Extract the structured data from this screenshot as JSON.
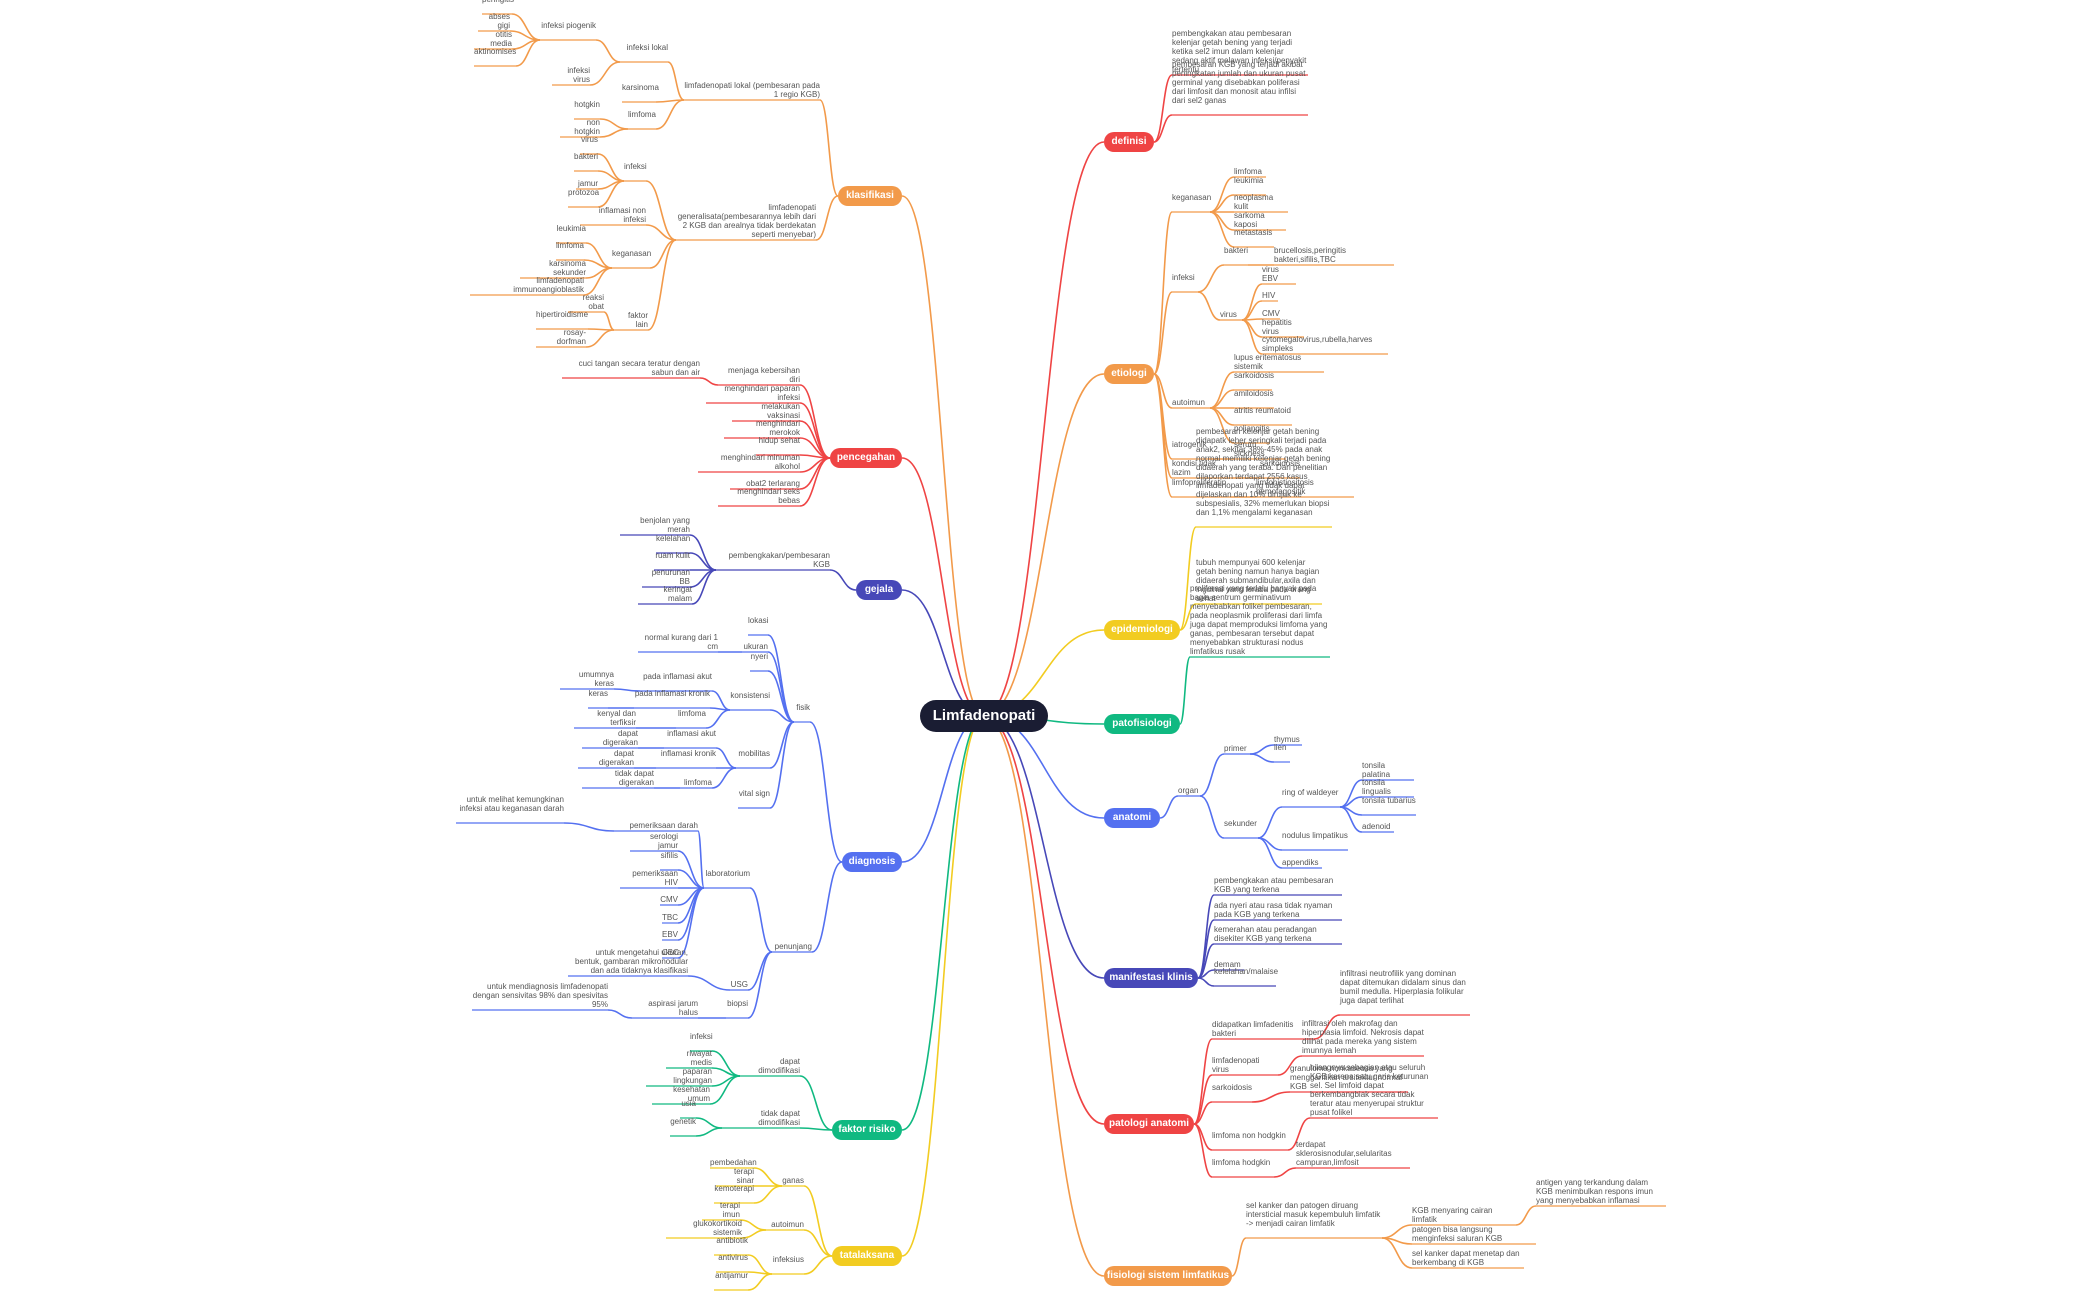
{
  "root": "Limfadenopati",
  "colors": {
    "orange": "#f29a4a",
    "red": "#ef4444",
    "navy": "#4748b8",
    "blue": "#5470f0",
    "green": "#10b981",
    "yellow": "#f2cc21",
    "root": "#1a1d33"
  },
  "branches": [
    {
      "id": "klasifikasi",
      "label": "klasifikasi",
      "color": "orange",
      "nodes": [
        {
          "text": "limfadenopati lokal (pembesaran pada 1 regio KGB)",
          "children": [
            {
              "text": "infeksi lokal",
              "children": [
                {
                  "text": "infeksi piogenik",
                  "children": [
                    {
                      "text": "peringitis"
                    },
                    {
                      "text": "abses gigi"
                    },
                    {
                      "text": "otitis media"
                    },
                    {
                      "text": "aktinomises"
                    }
                  ]
                },
                {
                  "text": "infeksi virus"
                }
              ]
            },
            {
              "text": "karsinoma"
            },
            {
              "text": "limfoma",
              "children": [
                {
                  "text": "hotgkin"
                },
                {
                  "text": "non hotgkin"
                }
              ]
            }
          ]
        },
        {
          "text": "limfadenopati generalisata(pembesarannya lebih dari 2 KGB dan arealnya tidak berdekatan seperti menyebar)",
          "children": [
            {
              "text": "infeksi",
              "children": [
                {
                  "text": "virus"
                },
                {
                  "text": "bakteri"
                },
                {
                  "text": "jamur"
                },
                {
                  "text": "protozoa"
                }
              ]
            },
            {
              "text": "inflamasi non infeksi"
            },
            {
              "text": "keganasan",
              "children": [
                {
                  "text": "leukimia"
                },
                {
                  "text": "limfoma"
                },
                {
                  "text": "karsinoma sekunder"
                },
                {
                  "text": "limfadenopati immunoangioblastik"
                }
              ]
            },
            {
              "text": "faktor lain",
              "children": [
                {
                  "text": "reaksi obat"
                },
                {
                  "text": "hipertiroidisme"
                },
                {
                  "text": "rosay-dorfman"
                }
              ]
            }
          ]
        }
      ]
    },
    {
      "id": "pencegahan",
      "label": "pencegahan",
      "color": "red",
      "nodes": [
        {
          "text": "menjaga kebersihan diri",
          "children": [
            {
              "text": "cuci tangan secara teratur dengan sabun dan air"
            }
          ]
        },
        {
          "text": "menghindari paparan infeksi"
        },
        {
          "text": "melakukan vaksinasi"
        },
        {
          "text": "menghindari merokok"
        },
        {
          "text": "hidup sehat"
        },
        {
          "text": "menghindari minuman alkohol"
        },
        {
          "text": "obat2 terlarang"
        },
        {
          "text": "menghindari seks bebas"
        }
      ]
    },
    {
      "id": "gejala",
      "label": "gejala",
      "color": "navy",
      "nodes": [
        {
          "text": "pembengkakan/pembesaran KGB",
          "children": [
            {
              "text": "benjolan yang merah"
            },
            {
              "text": "kelelahan"
            },
            {
              "text": "ruam kulit"
            },
            {
              "text": "penurunan BB"
            },
            {
              "text": "keringat malam"
            }
          ]
        }
      ]
    },
    {
      "id": "diagnosis",
      "label": "diagnosis",
      "color": "blue",
      "nodes": [
        {
          "text": "fisik",
          "children": [
            {
              "text": "lokasi"
            },
            {
              "text": "ukuran",
              "children": [
                {
                  "text": "normal kurang dari 1 cm"
                }
              ]
            },
            {
              "text": "nyeri"
            },
            {
              "text": "konsistensi",
              "children": [
                {
                  "text": "pada inflamasi akut",
                  "children": [
                    {
                      "text": "umumnya keras"
                    }
                  ]
                },
                {
                  "text": "pada inflamasi kronik",
                  "children": [
                    {
                      "text": "keras"
                    }
                  ]
                },
                {
                  "text": "limfoma",
                  "children": [
                    {
                      "text": "kenyal dan terfiksir"
                    }
                  ]
                }
              ]
            },
            {
              "text": "mobilitas",
              "children": [
                {
                  "text": "inflamasi akut",
                  "children": [
                    {
                      "text": "dapat digerakan"
                    }
                  ]
                },
                {
                  "text": "inflamasi kronik",
                  "children": [
                    {
                      "text": "dapat digerakan"
                    }
                  ]
                },
                {
                  "text": "limfoma",
                  "children": [
                    {
                      "text": "tidak dapat digerakan"
                    }
                  ]
                }
              ]
            },
            {
              "text": "vital sign"
            }
          ]
        },
        {
          "text": "penunjang",
          "children": [
            {
              "text": "laboratorium",
              "children": [
                {
                  "text": "pemeriksaan darah",
                  "children": [
                    {
                      "text": "untuk melihat kemungkinan infeksi atau keganasan darah"
                    }
                  ]
                },
                {
                  "text": "serologi jamur"
                },
                {
                  "text": "sifilis"
                },
                {
                  "text": "pemeriksaan HIV"
                },
                {
                  "text": "CMV"
                },
                {
                  "text": "TBC"
                },
                {
                  "text": "EBV"
                },
                {
                  "text": "CBC"
                }
              ]
            },
            {
              "text": "USG",
              "children": [
                {
                  "text": "untuk mengetahui ukuran, bentuk, gambaran mikronodular dan ada tidaknya klasifikasi"
                }
              ]
            },
            {
              "text": "biopsi",
              "children": [
                {
                  "text": "aspirasi jarum halus",
                  "children": [
                    {
                      "text": "untuk mendiagnosis limfadenopati dengan sensivitas 98% dan spesivitas 95%"
                    }
                  ]
                }
              ]
            }
          ]
        }
      ]
    },
    {
      "id": "faktor-risiko",
      "label": "faktor risiko",
      "color": "green",
      "nodes": [
        {
          "text": "dapat dimodifikasi",
          "children": [
            {
              "text": "infeksi"
            },
            {
              "text": "riwayat medis"
            },
            {
              "text": "paparan lingkungan"
            },
            {
              "text": "kesehatan umum"
            }
          ]
        },
        {
          "text": "tidak dapat dimodifikasi",
          "children": [
            {
              "text": "usia"
            },
            {
              "text": "genetik"
            }
          ]
        }
      ]
    },
    {
      "id": "tatalaksana",
      "label": "tatalaksana",
      "color": "yellow",
      "nodes": [
        {
          "text": "ganas",
          "children": [
            {
              "text": "pembedahan"
            },
            {
              "text": "terapi sinar"
            },
            {
              "text": "kemoterapi"
            }
          ]
        },
        {
          "text": "autoimun",
          "children": [
            {
              "text": "terapi imun"
            },
            {
              "text": "glukokortikoid sistemik"
            }
          ]
        },
        {
          "text": "infeksius",
          "children": [
            {
              "text": "antibiotik"
            },
            {
              "text": "antivirus"
            },
            {
              "text": "antijamur"
            }
          ]
        }
      ]
    },
    {
      "id": "definisi",
      "label": "definisi",
      "color": "red",
      "nodes": [
        {
          "text": "pembengkakan atau pembesaran kelenjar getah bening yang terjadi ketika sel2 imun dalam kelenjar sedang aktif melawan infeksi/penyakit tertentu"
        },
        {
          "text": "pembesaran KGB yang terjadi akibat peningkatan jumlah dan ukuran pusat germinal yang disebabkan poliferasi dari limfosit dan monosit atau infilsi dari sel2 ganas"
        }
      ]
    },
    {
      "id": "etiologi",
      "label": "etiologi",
      "color": "orange",
      "nodes": [
        {
          "text": "keganasan",
          "children": [
            {
              "text": "limfoma"
            },
            {
              "text": "leukimia"
            },
            {
              "text": "neoplasma kulit"
            },
            {
              "text": "sarkoma kaposi"
            },
            {
              "text": "metastasis"
            }
          ]
        },
        {
          "text": "infeksi",
          "children": [
            {
              "text": "bakteri",
              "children": [
                {
                  "text": "brucellosis,peringitis bakteri,sifilis,TBC"
                }
              ]
            },
            {
              "text": "virus",
              "children": [
                {
                  "text": "virus EBV"
                },
                {
                  "text": "HIV"
                },
                {
                  "text": "CMV"
                },
                {
                  "text": "hepatitis virus"
                },
                {
                  "text": "cytomegalovirus,rubella,harves simpleks"
                }
              ]
            }
          ]
        },
        {
          "text": "autoimun",
          "children": [
            {
              "text": "lupus eritematosus sistemik"
            },
            {
              "text": "sarkoidosis"
            },
            {
              "text": "amiloidosis"
            },
            {
              "text": "atritis reumatoid"
            },
            {
              "text": "poliangitis"
            }
          ]
        },
        {
          "text": "iatrogenik",
          "children": [
            {
              "text": "serum sickness"
            }
          ]
        },
        {
          "text": "kondisi tidak lazim",
          "children": [
            {
              "text": "sarkoidosis"
            }
          ]
        },
        {
          "text": "limfoproliferatip",
          "children": [
            {
              "text": "limfohistiositosis hemofagositik"
            }
          ]
        }
      ]
    },
    {
      "id": "epidemiologi",
      "label": "epidemiologi",
      "color": "yellow",
      "nodes": [
        {
          "text": "pembesaran kelenjar getah bening didapatk leher seringkali terjadi pada anak2, sekitar 38%-45% pada anak normal memiliki kelenjar getah bening didaerah yang teraba. Dari penelitian dilaporkan terdapat 2556 kasus limfadenopati yang tidak dapat dijelaskan dan 10% dirujuk ke subspesialis, 32% memerlukan biopsi dan 1,1% mengalami keganasan"
        },
        {
          "text": "tubuh mempunyai 600 kelenjar getah bening namun hanya bagian didaerah submandibular,axila dan inguinal yang teraba pada orang sehat"
        }
      ]
    },
    {
      "id": "patofisiologi",
      "label": "patofisiologi",
      "color": "green",
      "nodes": [
        {
          "text": "proliferasi yang terlalu banyak pada bagia sentrum germinativum menyebabkan folikel pembesaran, pada neoplasmik proliferasi dari limfa juga dapat memproduksi limfoma yang ganas, pembesaran tersebut dapat menyebabkan strukturasi nodus limfatikus rusak"
        }
      ]
    },
    {
      "id": "anatomi",
      "label": "anatomi",
      "color": "blue",
      "nodes": [
        {
          "text": "organ",
          "children": [
            {
              "text": "primer",
              "children": [
                {
                  "text": "thymus"
                },
                {
                  "text": "lien"
                }
              ]
            },
            {
              "text": "sekunder",
              "children": [
                {
                  "text": "ring of waldeyer",
                  "children": [
                    {
                      "text": "tonsila palatina"
                    },
                    {
                      "text": "tonsila lingualis"
                    },
                    {
                      "text": "tonsila tubarius"
                    },
                    {
                      "text": "adenoid"
                    }
                  ]
                },
                {
                  "text": "nodulus limpatikus"
                },
                {
                  "text": "appendiks"
                }
              ]
            }
          ]
        }
      ]
    },
    {
      "id": "manifestasi-klinis",
      "label": "manifestasi klinis",
      "color": "navy",
      "nodes": [
        {
          "text": "pembengkakan atau pembesaran KGB yang terkena"
        },
        {
          "text": "ada nyeri atau rasa tidak nyaman pada KGB yang terkena"
        },
        {
          "text": "kemerahan atau peradangan disekiter KGB yang terkena"
        },
        {
          "text": "demam"
        },
        {
          "text": "kelelahan/malaise"
        }
      ]
    },
    {
      "id": "patologi-anatomi",
      "label": "patologi anatomi",
      "color": "red",
      "nodes": [
        {
          "text": "didapatkan limfadenitis bakteri",
          "children": [
            {
              "text": "infiltrasi neutrofilik yang dominan dapat ditemukan didalam sinus dan bumil medulla. Hiperplasia folikular juga dapat terlihat"
            }
          ]
        },
        {
          "text": "limfadenopati virus",
          "children": [
            {
              "text": "infiltrasi oleh makrofag dan hiperplasia limfoid. Nekrosis dapat dilihat pada mereka yang sistem imunnya lemah"
            }
          ]
        },
        {
          "text": "sarkoidosis",
          "children": [
            {
              "text": "granuloma nonkaseosa yang menggantikan arsitektur normal KGB"
            }
          ]
        },
        {
          "text": "limfoma non hodgkin",
          "children": [
            {
              "text": "hilangnya sebagian atau seluruh KGB karena satu garis keturunan sel. Sel limfoid dapat berkembangbiak secara tidak teratur atau menyerupai struktur pusat folikel"
            }
          ]
        },
        {
          "text": "limfoma hodgkin",
          "children": [
            {
              "text": "terdapat sklerosisnodular,selularitas campuran,limfosit"
            }
          ]
        }
      ]
    },
    {
      "id": "fisiologi",
      "label": "fisiologi sistem limfatikus",
      "color": "orange",
      "nodes": [
        {
          "text": "sel kanker dan patogen diruang intersticial masuk kepembuluh limfatik -> menjadi cairan limfatik",
          "children": [
            {
              "text": "KGB menyaring cairan limfatik",
              "children": [
                {
                  "text": "antigen yang terkandung dalam KGB menimbulkan respons imun yang menyebabkan inflamasi"
                }
              ]
            },
            {
              "text": "patogen bisa langsung menginfeksi saluran KGB"
            },
            {
              "text": "sel kanker dapat menetap dan berkembang di KGB"
            }
          ]
        }
      ]
    }
  ]
}
